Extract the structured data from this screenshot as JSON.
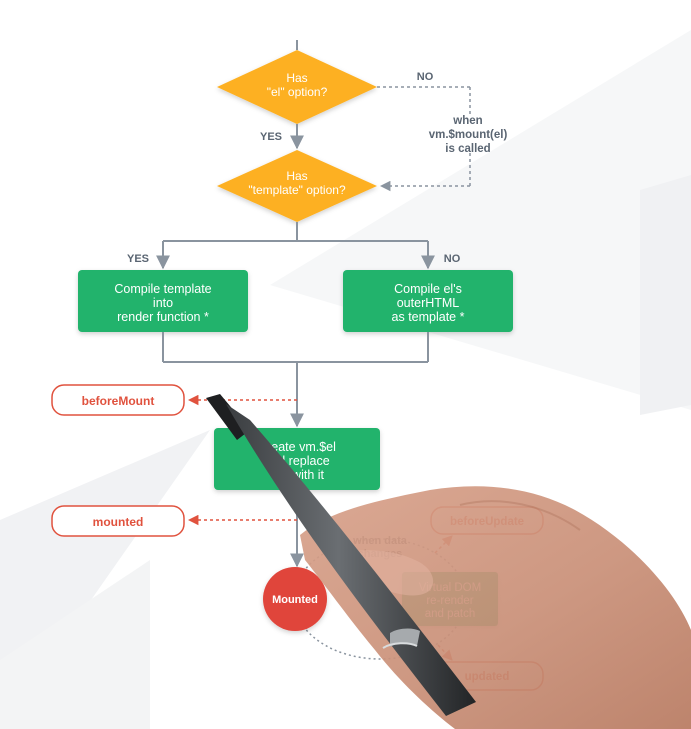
{
  "diagram": {
    "decision_1": {
      "lines": [
        "Has",
        "\"el\" option?"
      ]
    },
    "decision_2": {
      "lines": [
        "Has",
        "\"template\" option?"
      ]
    },
    "labels": {
      "no_top": "NO",
      "yes_top": "YES",
      "when_mount": [
        "when",
        "vm.$mount(el)",
        "is called"
      ],
      "yes_branch": "YES",
      "no_branch": "NO"
    },
    "compile_left": {
      "lines": [
        "Compile template",
        "into",
        "render function *"
      ]
    },
    "compile_right": {
      "lines": [
        "Compile el's",
        "outerHTML",
        "as template *"
      ]
    },
    "hooks": {
      "before_mount": "beforeMount",
      "mounted": "mounted",
      "before_update": "beforeUpdate",
      "updated": "updated"
    },
    "create_box": {
      "lines": [
        "Create vm.$el",
        "and replace",
        "\"el\" with it"
      ]
    },
    "mounted_circle": {
      "label": "Mounted"
    },
    "data_change": [
      "when data",
      "changes"
    ],
    "virtual_dom": {
      "lines": [
        "Virtual DOM",
        "re-render",
        "and patch"
      ]
    },
    "colors": {
      "decision": "#FDB022",
      "process": "#21B36C",
      "hook": "#E0523E",
      "line": "#8A949F",
      "label": "#5A6572",
      "mounted": "#E0443A"
    }
  }
}
